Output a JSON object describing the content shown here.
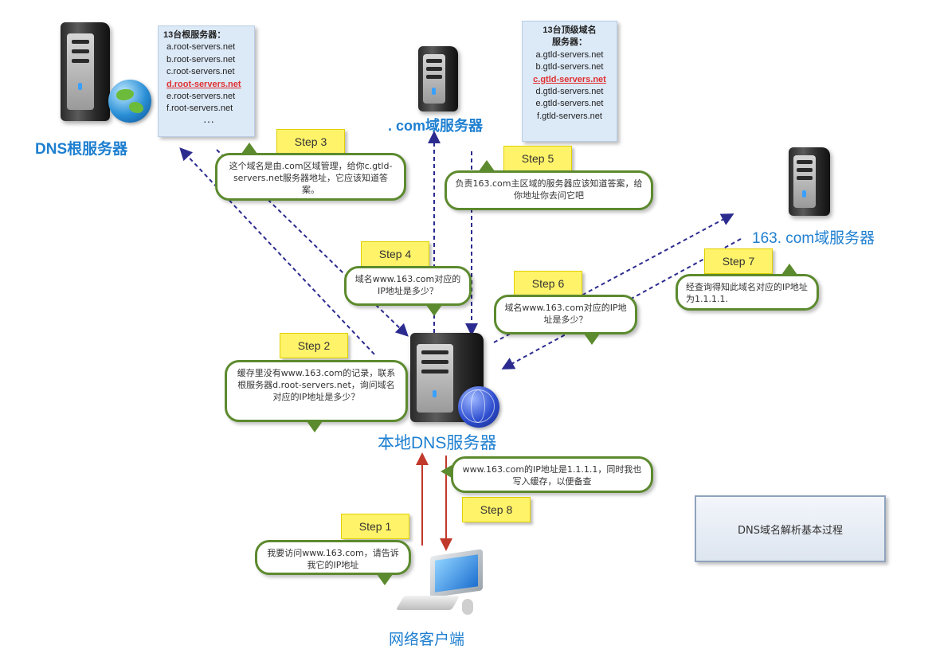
{
  "root_list": {
    "header": "13台根服务器：",
    "items": [
      "a.root-servers.net",
      "b.root-servers.net",
      "c.root-servers.net",
      "d.root-servers.net",
      "e.root-servers.net",
      "f.root-servers.net"
    ],
    "highlight_index": 3,
    "ellipsis": "···"
  },
  "tld_list": {
    "header_line1": "13台顶级域名",
    "header_line2": "服务器：",
    "items": [
      "a.gtld-servers.net",
      "b.gtld-servers.net",
      "c.gtld-servers.net",
      "d.gtld-servers.net",
      "e.gtld-servers.net",
      "f.gtld-servers.net"
    ],
    "highlight_index": 2
  },
  "labels": {
    "root": "DNS根服务器",
    "com": ". com域服务器",
    "netease": "163. com域服务器",
    "local": "本地DNS服务器",
    "client": "网络客户端"
  },
  "steps": {
    "s1": "Step 1",
    "s2": "Step 2",
    "s3": "Step 3",
    "s4": "Step 4",
    "s5": "Step 5",
    "s6": "Step 6",
    "s7": "Step 7",
    "s8": "Step 8"
  },
  "bubbles": {
    "b1": "我要访问www.163.com，请告诉我它的IP地址",
    "b2": "缓存里没有www.163.com的记录，联系根服务器d.root-servers.net，询问域名对应的IP地址是多少？",
    "b3": "这个域名是由.com区域管理，给你c.gtld-servers.net服务器地址，它应该知道答案。",
    "b4": "域名www.163.com对应的IP地址是多少？",
    "b5": "负责163.com主区域的服务器应该知道答案，给你地址你去问它吧",
    "b6": "域名www.163.com对应的IP地址是多少？",
    "b7": "经查询得知此域名对应的IP地址为1.1.1.1.",
    "b8": "www.163.com的IP地址是1.1.1.1，同时我也写入缓存，以便备查"
  },
  "caption": "DNS域名解析基本过程",
  "colors": {
    "accent_blue": "#1e7fd0",
    "arrow_navy": "#2b2b8f",
    "arrow_red": "#c0392b",
    "bubble_border": "#5c8a2e",
    "step_yellow": "#fff36a"
  }
}
